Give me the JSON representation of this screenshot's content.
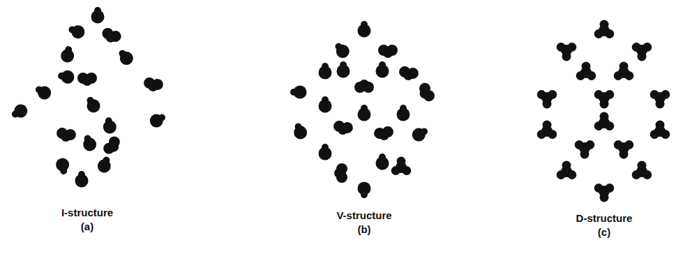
{
  "diagram": {
    "labels": [
      "I-structure",
      "(a)",
      "V-structure",
      "(b)",
      "D-structure",
      "(c)"
    ]
  }
}
